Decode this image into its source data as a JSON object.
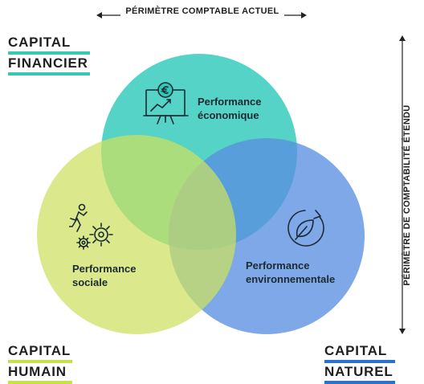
{
  "scope_top": "PÉRIMÈTRE COMPTABLE ACTUEL",
  "scope_right": "PÉRIMÈTRE DE COMPTABILITÉ ÉTENDU",
  "capitals": {
    "financier": {
      "line1": "CAPITAL",
      "line2": "FINANCIER",
      "color": "#38c9b3"
    },
    "humain": {
      "line1": "CAPITAL",
      "line2": "HUMAIN",
      "color": "#c8e04a"
    },
    "naturel": {
      "line1": "CAPITAL",
      "line2": "NATUREL",
      "color": "#2f6fd0"
    }
  },
  "circles": {
    "economique": {
      "line1": "Performance",
      "line2": "économique",
      "color": "#2ec9b9",
      "icon": "monitor-euro-chart-icon"
    },
    "sociale": {
      "line1": "Performance",
      "line2": "sociale",
      "color": "#cde060",
      "icon": "runner-gears-icon"
    },
    "environnementale": {
      "line1": "Performance",
      "line2": "environnementale",
      "color": "#5a90e0",
      "icon": "leaf-cycle-icon"
    }
  }
}
